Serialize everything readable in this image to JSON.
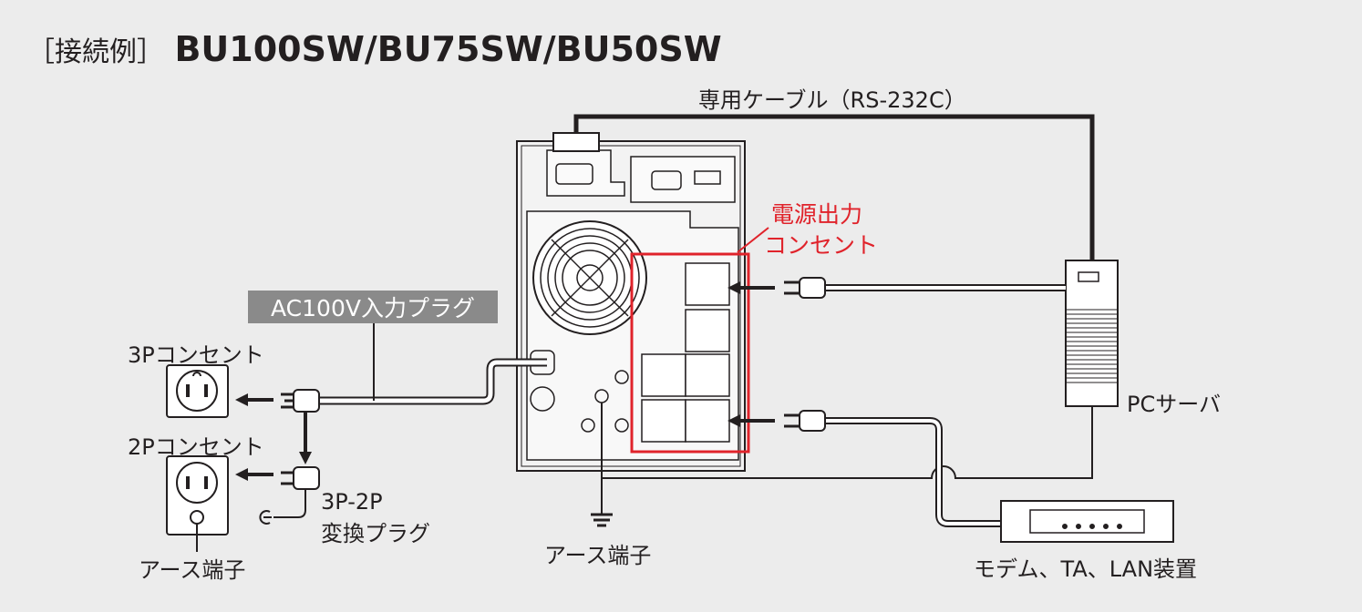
{
  "title": {
    "prefix": "［接続例］",
    "models": "BU100SW/BU75SW/BU50SW"
  },
  "labels": {
    "cable": "専用ケーブル（RS-232C）",
    "output_outlet_line1": "電源出力",
    "output_outlet_line2": "コンセント",
    "input_plug": "AC100V入力プラグ",
    "outlet_3p": "3Pコンセント",
    "outlet_2p": "2Pコンセント",
    "adapter_line1": "3P-2P",
    "adapter_line2": "変換プラグ",
    "earth_terminal_left": "アース端子",
    "earth_terminal_center": "アース端子",
    "pc_server": "PCサーバ",
    "modem": "モデム、TA、LAN装置"
  },
  "colors": {
    "line": "#231f20",
    "highlight": "#e0232b",
    "tag_bg": "#8a8a8a"
  }
}
